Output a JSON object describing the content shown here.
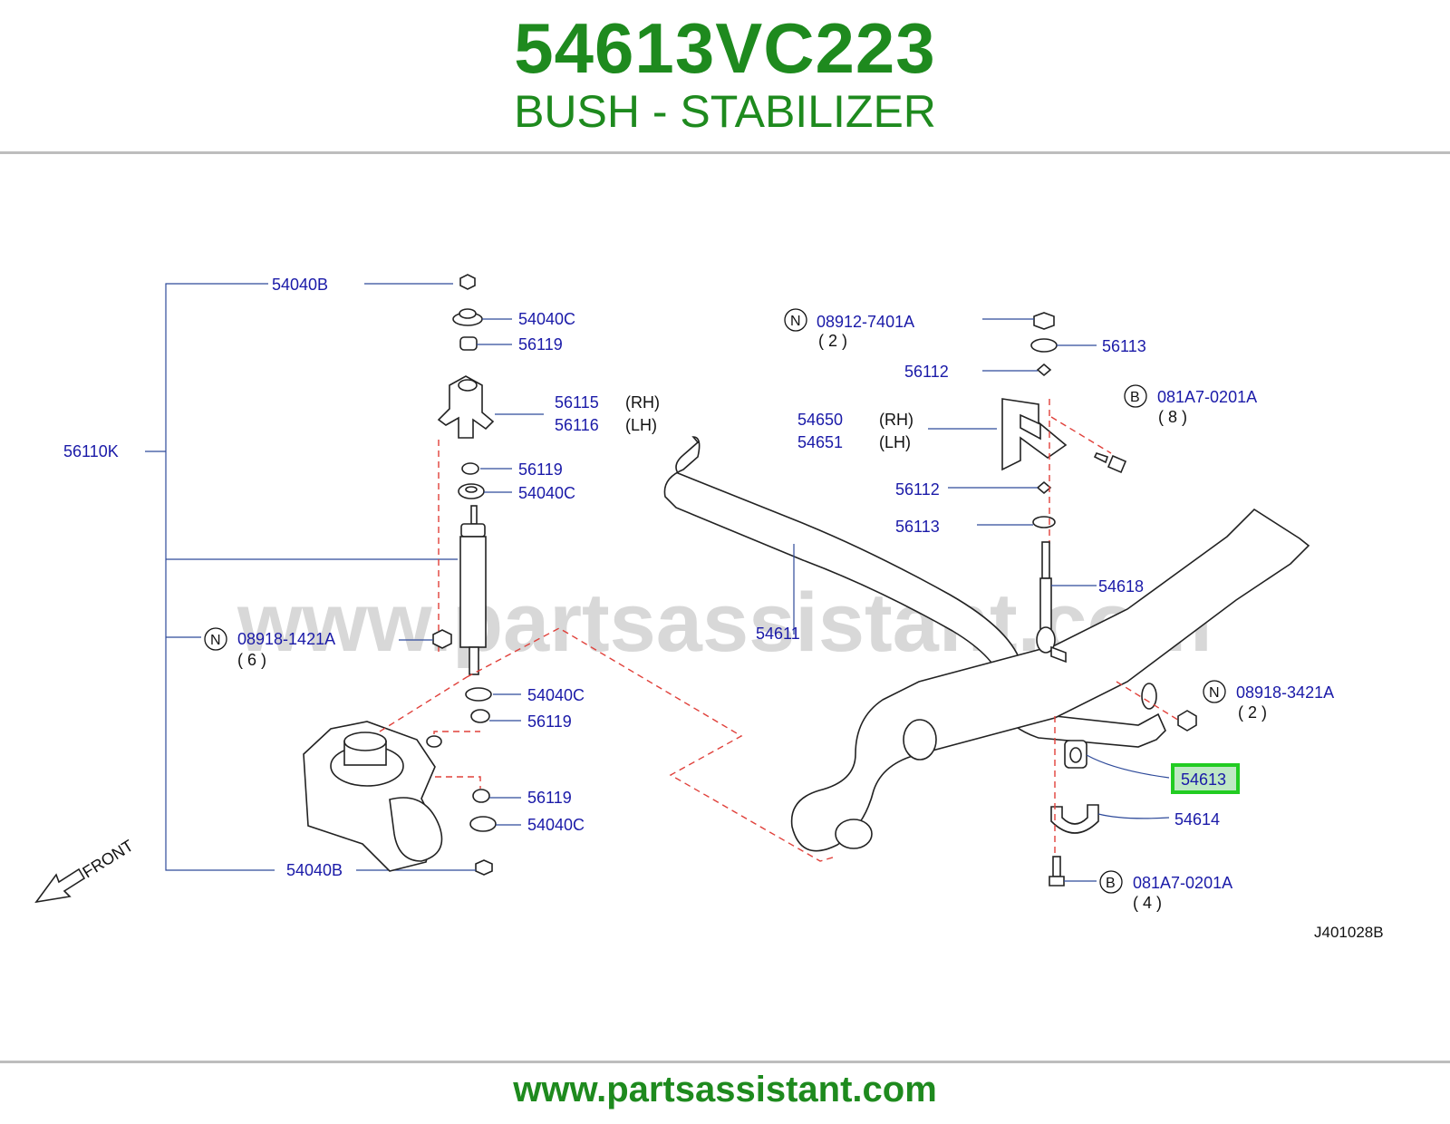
{
  "header": {
    "part_number": "54613VC223",
    "part_name": "BUSH - STABILIZER"
  },
  "diagram": {
    "watermark": "www.partsassistant.com",
    "diagram_code": "J401028B",
    "front_label": "FRONT",
    "labels": {
      "p54040B_top": "54040B",
      "p54040C_1": "54040C",
      "p56119_1": "56119",
      "p56115": "56115",
      "rh_1": "(RH)",
      "p56116": "56116",
      "lh_1": "(LH)",
      "p56110K": "56110K",
      "p56119_2": "56119",
      "p54040C_2": "54040C",
      "n_1": "N",
      "p08918_1421A": "08918-1421A",
      "qty_6": "( 6 )",
      "p54040C_3": "54040C",
      "p56119_3": "56119",
      "p56119_4": "56119",
      "p54040C_4": "54040C",
      "p54040B_bot": "54040B",
      "n_2": "N",
      "p08912_7401A": "08912-7401A",
      "qty_2a": "( 2 )",
      "p56113_1": "56113",
      "p56112_1": "56112",
      "b_1": "B",
      "p081A7_0201A_1": "081A7-0201A",
      "qty_8": "( 8 )",
      "p54650": "54650",
      "rh_2": "(RH)",
      "p54651": "54651",
      "lh_2": "(LH)",
      "p56112_2": "56112",
      "p56113_2": "56113",
      "p54618": "54618",
      "p54611": "54611",
      "n_3": "N",
      "p08918_3421A": "08918-3421A",
      "qty_2b": "( 2 )",
      "p54613": "54613",
      "p54614": "54614",
      "b_2": "B",
      "p081A7_0201A_2": "081A7-0201A",
      "qty_4": "( 4 )"
    },
    "highlight_color": "#22cc22",
    "highlight_fill": "#bfe8c4"
  },
  "footer": {
    "url": "www.partsassistant.com"
  },
  "colors": {
    "brand_green": "#1e8a1e",
    "label_blue": "#1a1aa8",
    "dash_red": "#e0403a"
  }
}
